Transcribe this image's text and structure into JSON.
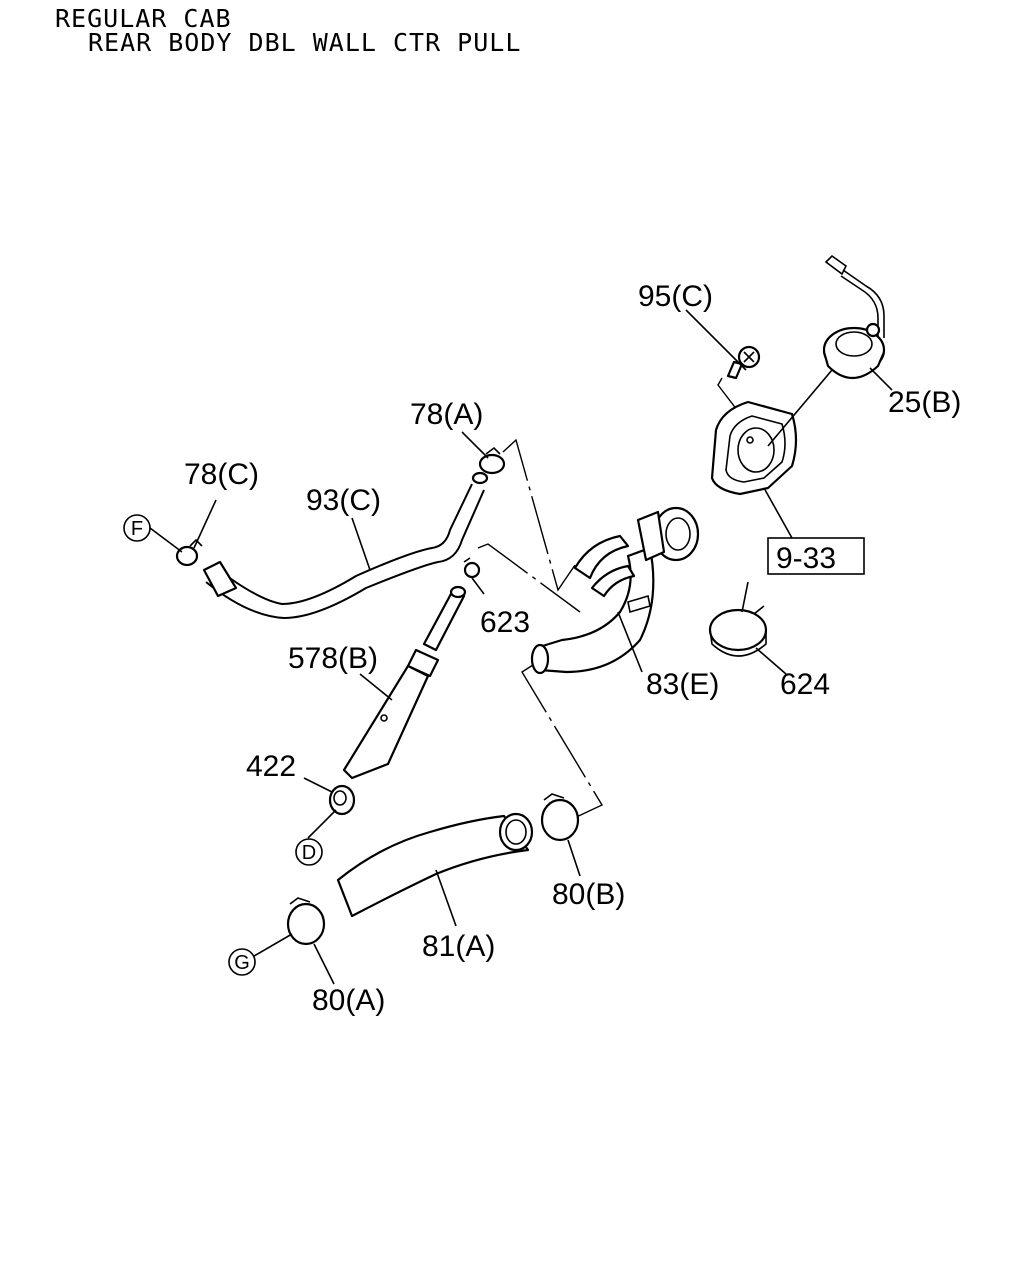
{
  "header": {
    "line1": "REGULAR CAB",
    "line2": "REAR BODY DBL WALL CTR PULL"
  },
  "labels": {
    "p95c": "95(C)",
    "p25b": "25(B)",
    "p78a": "78(A)",
    "p78c": "78(C)",
    "p93c": "93(C)",
    "p933": "9-33",
    "p623": "623",
    "p578b": "578(B)",
    "p83e": "83(E)",
    "p624": "624",
    "p422": "422",
    "p80b": "80(B)",
    "p81a": "81(A)",
    "p80a": "80(A)"
  },
  "connectors": {
    "f": "F",
    "d": "D",
    "g": "G"
  }
}
